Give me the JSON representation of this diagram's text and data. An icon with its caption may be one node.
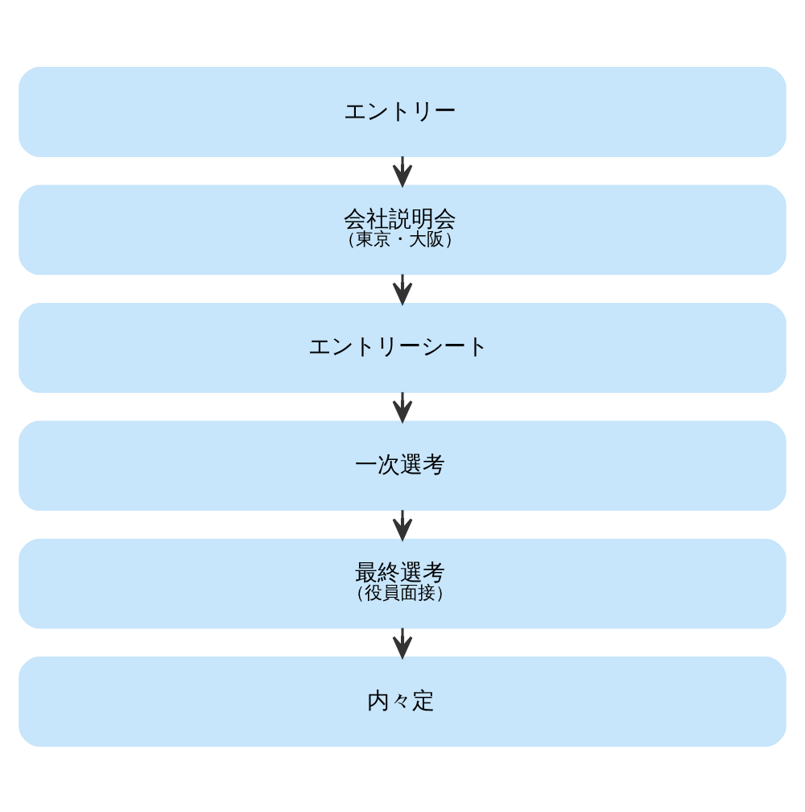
{
  "diagram": {
    "nodes": [
      {
        "text": [
          "エントリー"
        ]
      },
      {
        "text": [
          "会社説明会",
          "（東京・大阪）"
        ]
      },
      {
        "text": [
          "エントリーシート"
        ]
      },
      {
        "text": [
          "一次選考"
        ]
      },
      {
        "text": [
          "最終選考",
          "（役員面接）"
        ]
      },
      {
        "text": [
          "内々定"
        ]
      }
    ],
    "edges": [
      {
        "from": 0,
        "to": 1,
        "arrow": "to"
      },
      {
        "from": 1,
        "to": 2,
        "arrow": "to"
      },
      {
        "from": 2,
        "to": 3,
        "arrow": "to"
      },
      {
        "from": 3,
        "to": 4,
        "arrow": "to"
      },
      {
        "from": 4,
        "to": 5,
        "arrow": "to"
      }
    ]
  }
}
